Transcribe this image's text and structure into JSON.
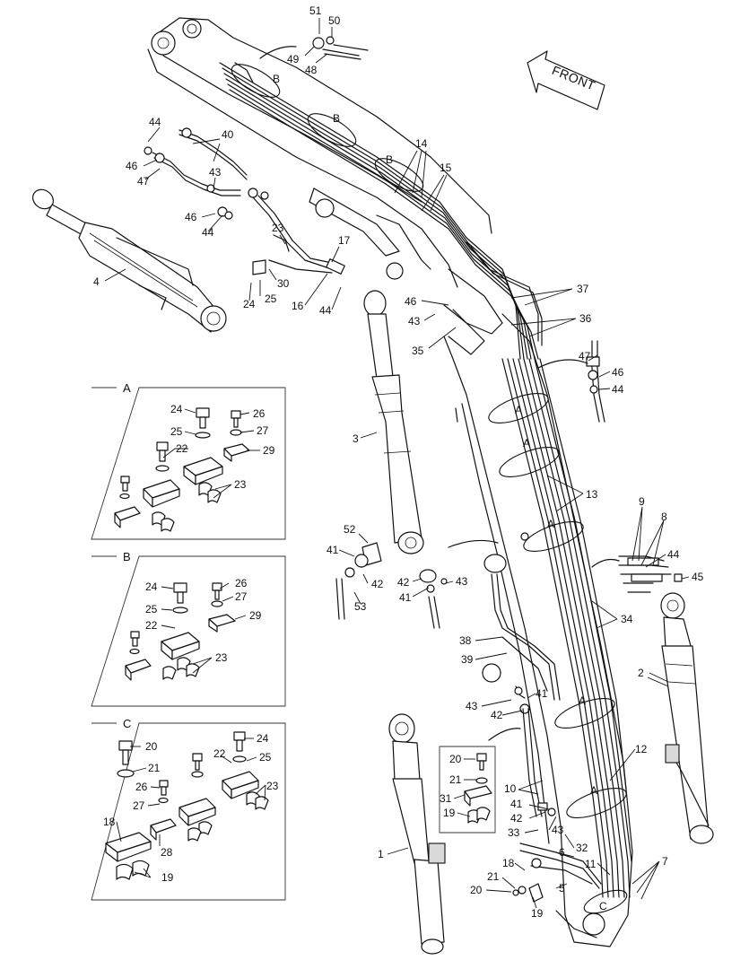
{
  "front_label": "FRONT",
  "detail_boxes": {
    "A": "A",
    "B": "B",
    "C": "C"
  },
  "clamp_marks": [
    "A",
    "A",
    "A",
    "A",
    "A",
    "B",
    "B",
    "B",
    "C"
  ],
  "callouts": {
    "c51": "51",
    "c50": "50",
    "c49": "49",
    "c48": "48",
    "c14": "14",
    "c15": "15",
    "c44a": "44",
    "c40": "40",
    "c46a": "46",
    "c47a": "47",
    "c43a": "43",
    "c46b": "46",
    "c44b": "44",
    "c23a": "23",
    "c17": "17",
    "c30": "30",
    "c25a": "25",
    "c24a": "24",
    "c16": "16",
    "c44c": "44",
    "c4": "4",
    "c37": "37",
    "c36": "36",
    "c46c": "46",
    "c43b": "43",
    "c35": "35",
    "c47b": "47",
    "c46d": "46",
    "c44d": "44",
    "c3": "3",
    "c13": "13",
    "c9": "9",
    "c8": "8",
    "c44e": "44",
    "c45": "45",
    "c52": "52",
    "c41a": "41",
    "c42a": "42",
    "c53": "53",
    "c42b": "42",
    "c41b": "41",
    "c43c": "43",
    "c34": "34",
    "c38": "38",
    "c39": "39",
    "c2": "2",
    "c41c": "41",
    "c43d": "43",
    "c42c": "42",
    "c12": "12",
    "c10": "10",
    "c41d": "41",
    "c42d": "42",
    "c43e": "43",
    "c33": "33",
    "c6": "6",
    "c32": "32",
    "c11": "11",
    "c7": "7",
    "c1": "1",
    "c18": "18",
    "c21": "21",
    "c20": "20",
    "c5": "5",
    "c19": "19",
    "bA24": "24",
    "bA26": "26",
    "bA25": "25",
    "bA27": "27",
    "bA22": "22",
    "bA29": "29",
    "bA23": "23",
    "bB24": "24",
    "bB26": "26",
    "bB25": "25",
    "bB27": "27",
    "bB22": "22",
    "bB29": "29",
    "bB23": "23",
    "bC20": "20",
    "bC24": "24",
    "bC21": "21",
    "bC22": "22",
    "bC25": "25",
    "bC26": "26",
    "bC23": "23",
    "bC27": "27",
    "bC18": "18",
    "bC28": "28",
    "bC19": "19",
    "bD20": "20",
    "bD21": "21",
    "bD31": "31",
    "bD19": "19"
  }
}
